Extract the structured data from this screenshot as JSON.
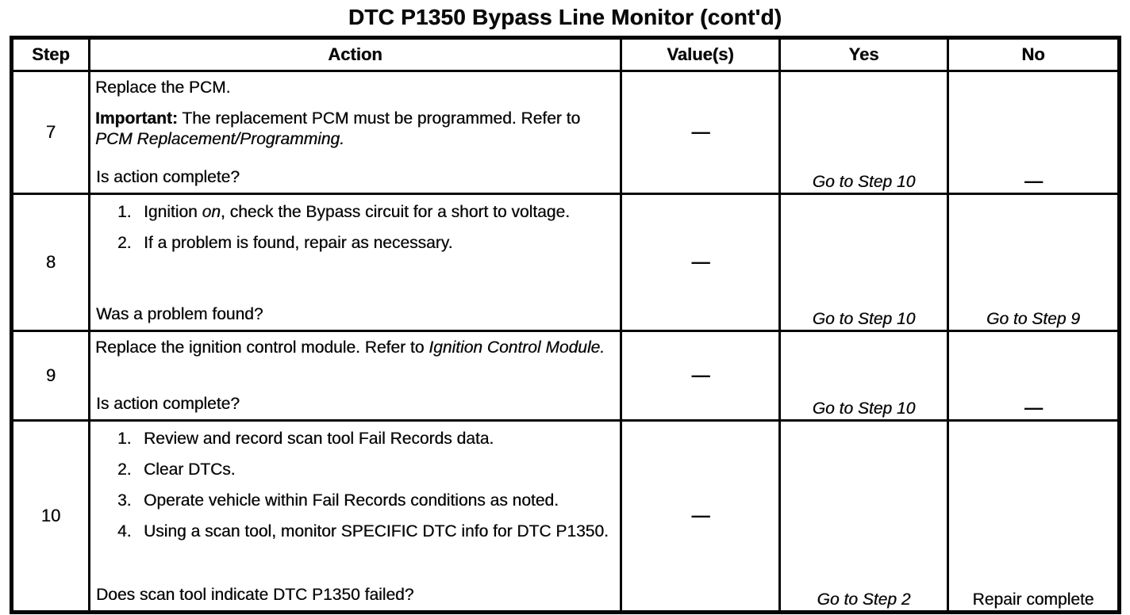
{
  "title": "DTC P1350 Bypass Line Monitor (cont'd)",
  "colors": {
    "ink": "#0a0a0a",
    "paper": "#ffffff",
    "border": "#050505"
  },
  "table": {
    "columns": [
      "Step",
      "Action",
      "Value(s)",
      "Yes",
      "No"
    ],
    "rows": [
      {
        "step": "7",
        "action": {
          "blocks": [
            {
              "type": "p",
              "segments": [
                {
                  "t": "Replace the PCM."
                }
              ]
            },
            {
              "type": "p",
              "segments": [
                {
                  "t": "Important:",
                  "bold": true
                },
                {
                  "t": " The replacement PCM must be programmed. Refer to "
                },
                {
                  "t": "PCM Replacement/Programming.",
                  "italic": true
                }
              ]
            }
          ],
          "question": [
            {
              "t": "Is action complete?"
            }
          ]
        },
        "value": "—",
        "yes": {
          "text": "Go to Step 10",
          "italic": true
        },
        "no": {
          "text": "—",
          "italic": false
        }
      },
      {
        "step": "8",
        "action": {
          "blocks": [
            {
              "type": "li",
              "num": "1.",
              "segments": [
                {
                  "t": "Ignition "
                },
                {
                  "t": "on",
                  "italic": true
                },
                {
                  "t": ", check the Bypass circuit for a short to voltage."
                }
              ]
            },
            {
              "type": "li",
              "num": "2.",
              "segments": [
                {
                  "t": "If a problem is found, repair as necessary."
                }
              ]
            }
          ],
          "question": [
            {
              "t": "Was a problem found?"
            }
          ]
        },
        "value": "—",
        "yes": {
          "text": "Go to Step 10",
          "italic": true
        },
        "no": {
          "text": "Go to Step 9",
          "italic": true
        }
      },
      {
        "step": "9",
        "action": {
          "blocks": [
            {
              "type": "p",
              "segments": [
                {
                  "t": "Replace the ignition control module. Refer to "
                },
                {
                  "t": "Ignition Control Module.",
                  "italic": true
                }
              ]
            }
          ],
          "question": [
            {
              "t": "Is action complete?"
            }
          ]
        },
        "value": "—",
        "yes": {
          "text": "Go to Step 10",
          "italic": true
        },
        "no": {
          "text": "—",
          "italic": false
        }
      },
      {
        "step": "10",
        "action": {
          "blocks": [
            {
              "type": "li",
              "num": "1.",
              "segments": [
                {
                  "t": "Review and record scan tool Fail Records data."
                }
              ]
            },
            {
              "type": "li",
              "num": "2.",
              "segments": [
                {
                  "t": "Clear DTCs."
                }
              ]
            },
            {
              "type": "li",
              "num": "3.",
              "segments": [
                {
                  "t": "Operate vehicle within Fail Records conditions as noted."
                }
              ]
            },
            {
              "type": "li",
              "num": "4.",
              "segments": [
                {
                  "t": "Using a scan tool, monitor SPECIFIC DTC info for DTC P1350."
                }
              ]
            }
          ],
          "question": [
            {
              "t": "Does scan tool indicate DTC P1350 failed?"
            }
          ]
        },
        "value": "—",
        "yes": {
          "text": "Go to Step 2",
          "italic": true
        },
        "no": {
          "text": "Repair complete",
          "italic": false
        }
      }
    ]
  }
}
